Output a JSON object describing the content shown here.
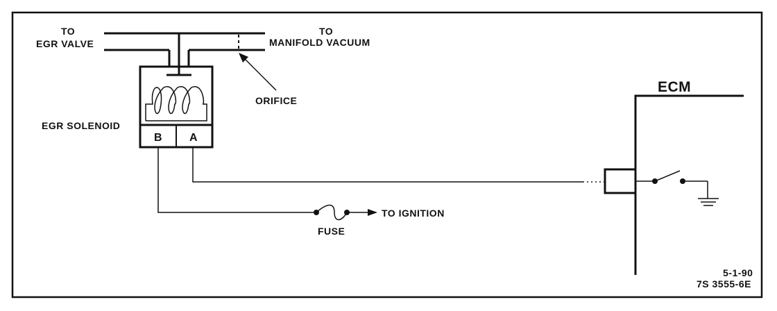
{
  "labels": {
    "to_egr_line1": "TO",
    "to_egr_line2": "EGR VALVE",
    "to_manifold_line1": "TO",
    "to_manifold_line2": "MANIFOLD VACUUM",
    "orifice": "ORIFICE",
    "egr_solenoid": "EGR SOLENOID",
    "terminal_b": "B",
    "terminal_a": "A",
    "ecm": "ECM",
    "fuse": "FUSE",
    "to_ignition": "TO IGNITION",
    "ref_date": "5-1-90",
    "ref_code": "7S 3555-6E"
  }
}
